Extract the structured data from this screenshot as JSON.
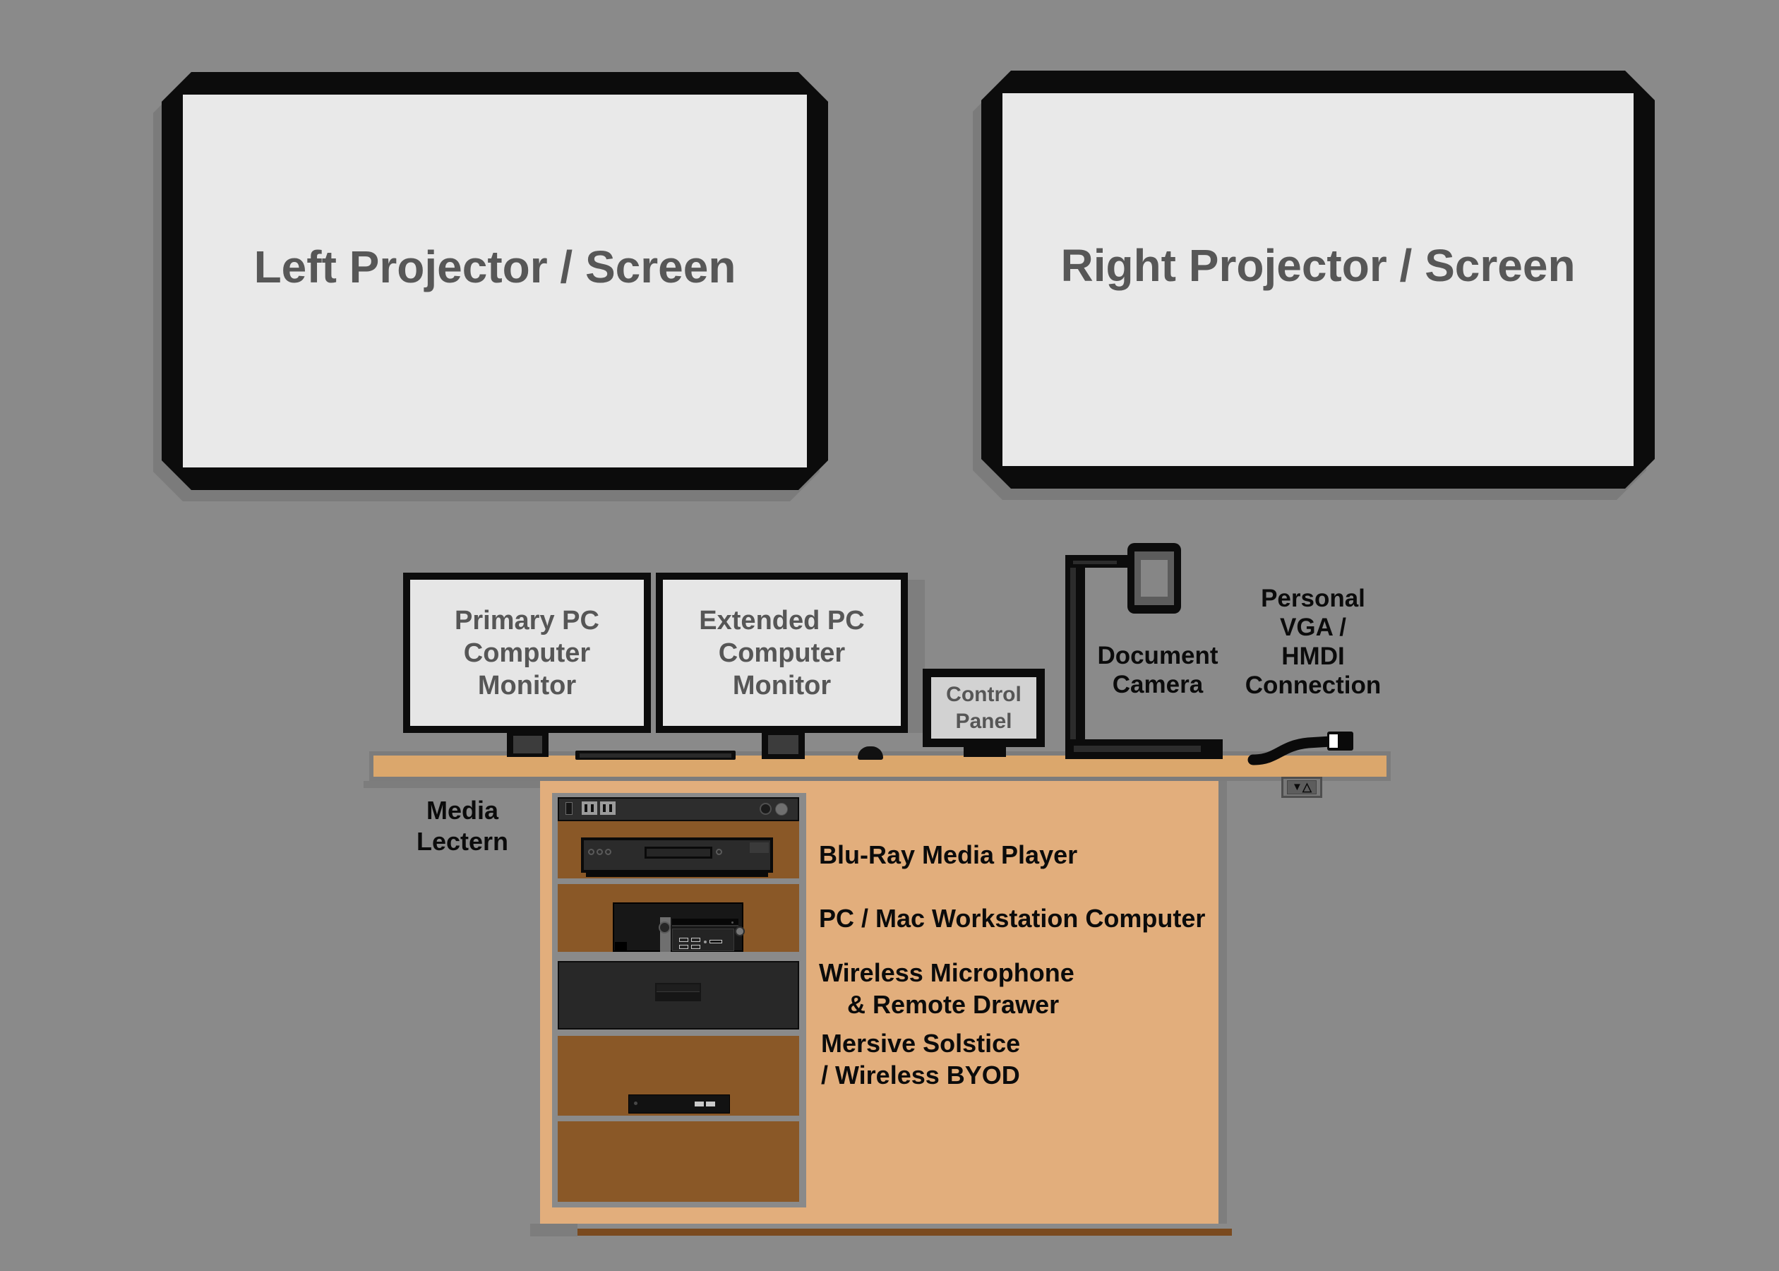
{
  "colors": {
    "background": "#8a8a8a",
    "frame_black": "#0c0c0c",
    "projector_screen": "#e9e9e9",
    "monitor_screen": "#e6e6e6",
    "panel_screen": "#d2d2d2",
    "screen_text": "#575757",
    "label_text": "#0b0b0b",
    "desk_tan": "#dba76c",
    "lectern_tan": "#e2ae7c",
    "shelf_brown": "#8a5827",
    "shadow_gray": "#7b7b7b"
  },
  "projectors": {
    "left": "Left Projector / Screen",
    "right": "Right Projector / Screen"
  },
  "monitors": {
    "primary": "Primary PC\nComputer\nMonitor",
    "extended": "Extended PC\nComputer\nMonitor"
  },
  "control_panel": {
    "label": "Control\nPanel"
  },
  "document_camera": {
    "label": "Document\nCamera"
  },
  "personal_connection": {
    "label": "Personal\nVGA /\nHMDI\nConnection"
  },
  "lectern": {
    "label": "Media\nLectern"
  },
  "rack_labels": {
    "bluray": "Blu-Ray Media Player",
    "workstation": "PC / Mac Workstation Computer",
    "microphone": "Wireless Microphone\n    & Remote Drawer",
    "mersive": "Mersive Solstice\n/ Wireless BYOD"
  },
  "lift_button": {
    "down": "▼",
    "up": "△"
  }
}
